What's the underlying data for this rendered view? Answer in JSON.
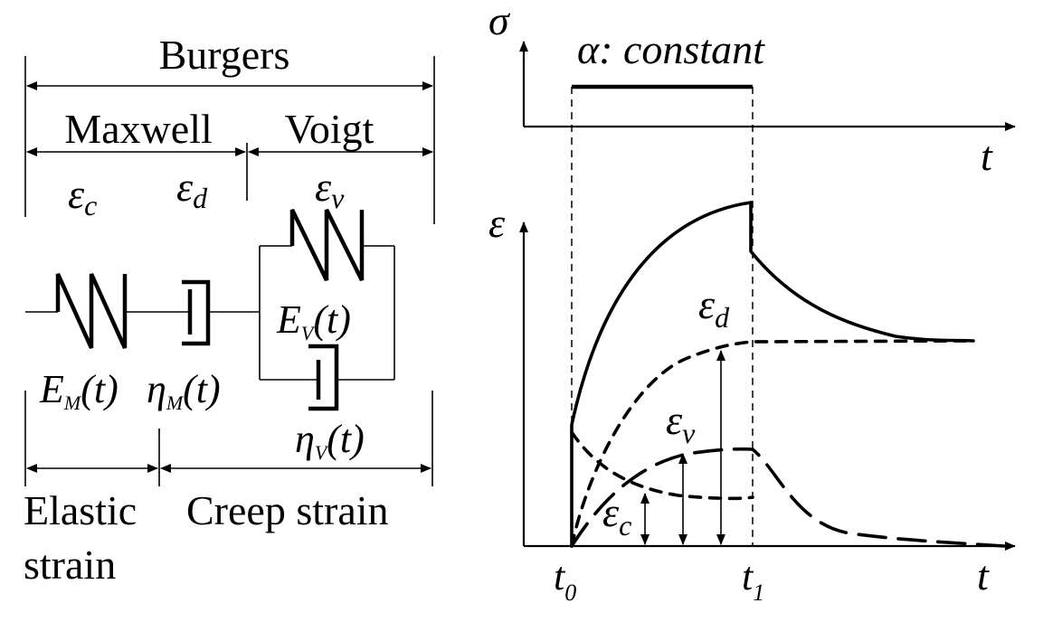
{
  "labels": {
    "burgers": "Burgers",
    "maxwell": "Maxwell",
    "voigt": "Voigt",
    "elastic_line1": "Elastic",
    "elastic_line2": "strain",
    "creep": "Creep strain",
    "constant": ": constant"
  },
  "symbols": {
    "epsilon": "ε",
    "sigma": "σ",
    "eta": "η",
    "alpha": "α",
    "E": "E",
    "t": "t",
    "t_arg": "(t)",
    "sub_c": "c",
    "sub_d": "d",
    "sub_v": "v",
    "sub_M": "M",
    "sub_V": "V",
    "sub_0": "0",
    "sub_1": "1"
  }
}
